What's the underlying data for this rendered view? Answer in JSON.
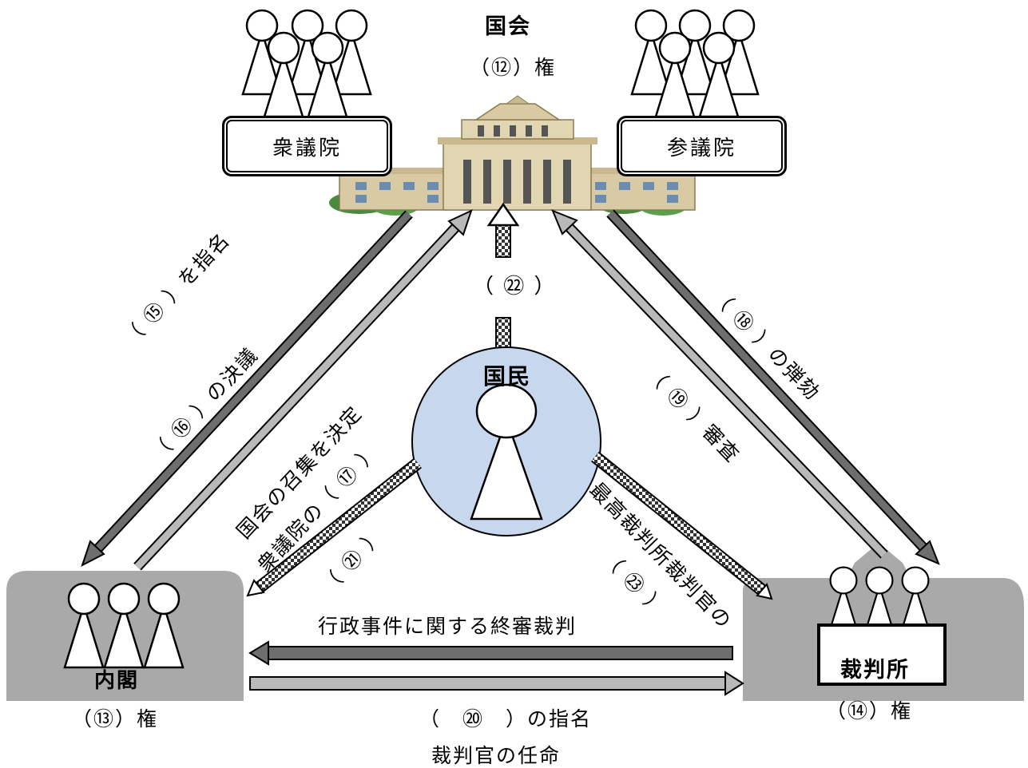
{
  "diet": {
    "title": "国会",
    "power": "（⑫）権",
    "house_of_representatives": "衆議院",
    "house_of_councillors": "参議院"
  },
  "cabinet": {
    "title": "内閣",
    "power": "（⑬）権"
  },
  "court": {
    "title": "裁判所",
    "power": "（⑭）権"
  },
  "people": {
    "title": "国民"
  },
  "relations": {
    "diet_to_cabinet_1": "（ ⑮ ）を指名",
    "diet_to_cabinet_2": "（ ⑯ ）の決議",
    "cabinet_to_diet_1": "国会の召集を決定",
    "cabinet_to_diet_2": "衆議院の（ ⑰ ）",
    "diet_to_court": "（ ⑱ ）の弾劾",
    "court_to_diet": "（ ⑲ ）審査",
    "people_to_diet": "（ ㉒ ）",
    "people_to_cabinet": "（ ㉑ ）",
    "people_to_court_1": "最高裁判所裁判官の",
    "people_to_court_2": "（ ㉓ ）",
    "court_to_cabinet": "行政事件に関する終審裁判",
    "cabinet_to_court_1": "（　⑳　）の指名",
    "cabinet_to_court_2": "裁判官の任命"
  },
  "colors": {
    "dark_arrow": "#6e6e6e",
    "light_arrow": "#b9b9b9",
    "people_circle": "#c6d7ee",
    "ground": "#a9a9a9"
  }
}
